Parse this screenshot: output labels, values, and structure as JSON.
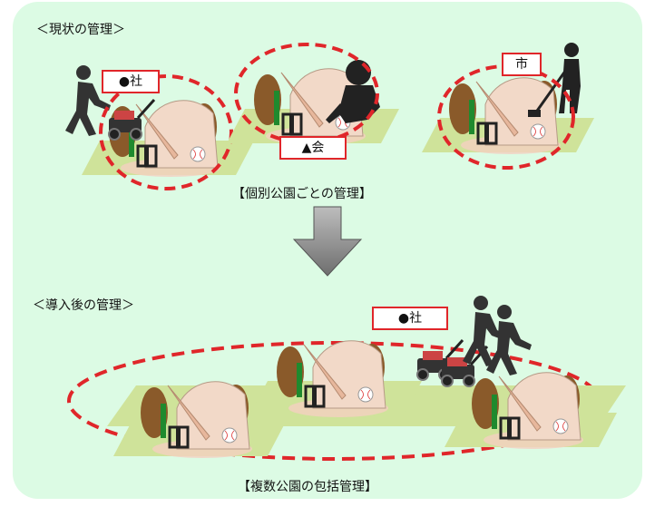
{
  "before": {
    "heading": "＜現状の管理＞",
    "caption": "【個別公園ごとの管理】",
    "companies": [
      "●社",
      "▲会",
      "市"
    ]
  },
  "after": {
    "heading": "＜導入後の管理＞",
    "caption": "【複数公園の包括管理】",
    "company": "●社"
  },
  "colors": {
    "panel": "#dcfbe4",
    "ground": "#cfe39a",
    "dash": "#e0262a",
    "arrow": "#8a8a8a",
    "tree": "#8a5a2a",
    "fan": "#f2d9c8",
    "fence": "#1f8a2e"
  }
}
